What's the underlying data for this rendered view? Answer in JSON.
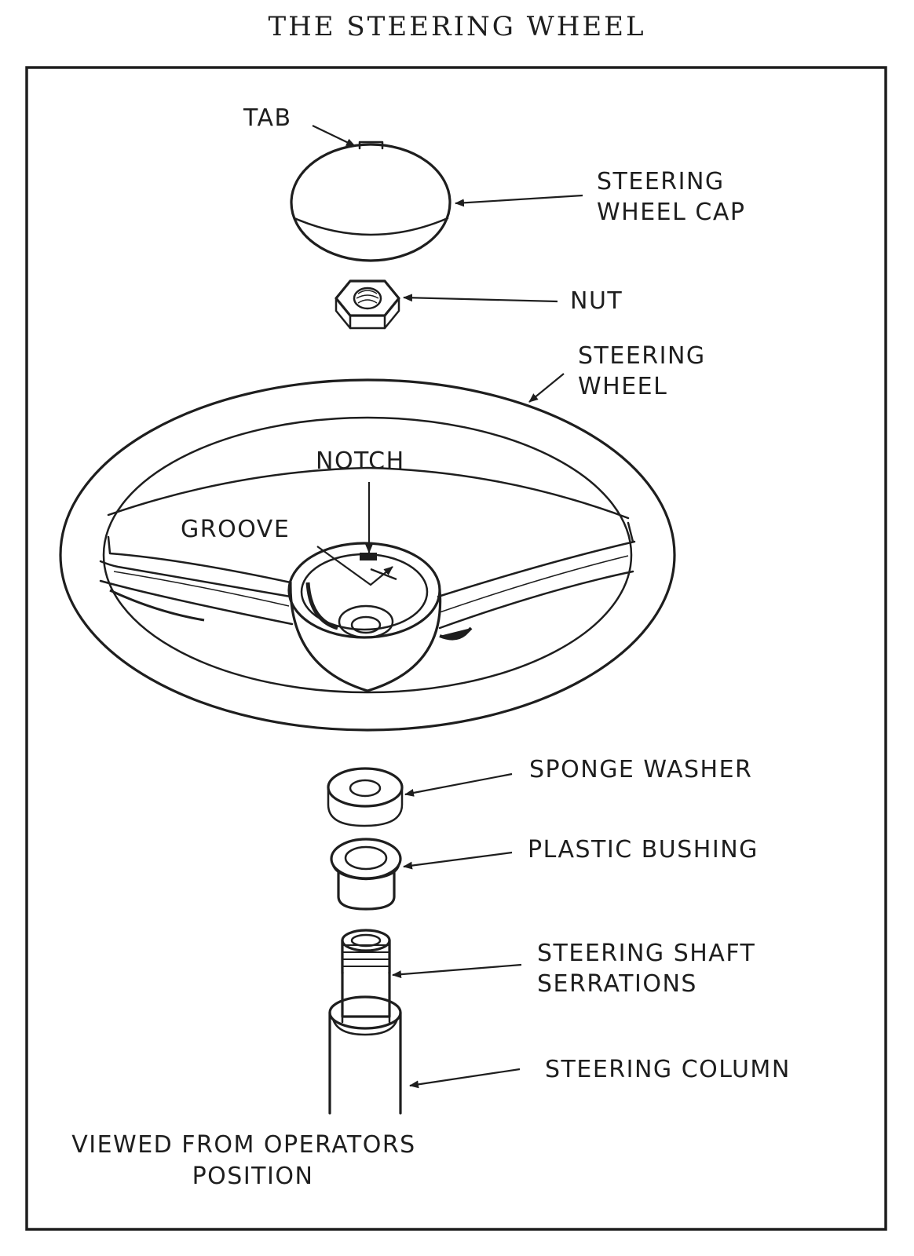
{
  "title": "THE STEERING WHEEL",
  "labels": {
    "tab": "TAB",
    "cap_line1": "STEERING",
    "cap_line2": "WHEEL CAP",
    "nut": "NUT",
    "wheel_line1": "STEERING",
    "wheel_line2": "WHEEL",
    "notch": "NOTCH",
    "groove": "GROOVE",
    "sponge_washer": "SPONGE WASHER",
    "plastic_bushing": "PLASTIC BUSHING",
    "serrations_line1": "STEERING SHAFT",
    "serrations_line2": "SERRATIONS",
    "column": "STEERING COLUMN",
    "viewed_line1": "VIEWED FROM OPERATORS",
    "viewed_line2": "POSITION"
  },
  "colors": {
    "ink": "#1e1e1e",
    "paper": "#ffffff"
  }
}
